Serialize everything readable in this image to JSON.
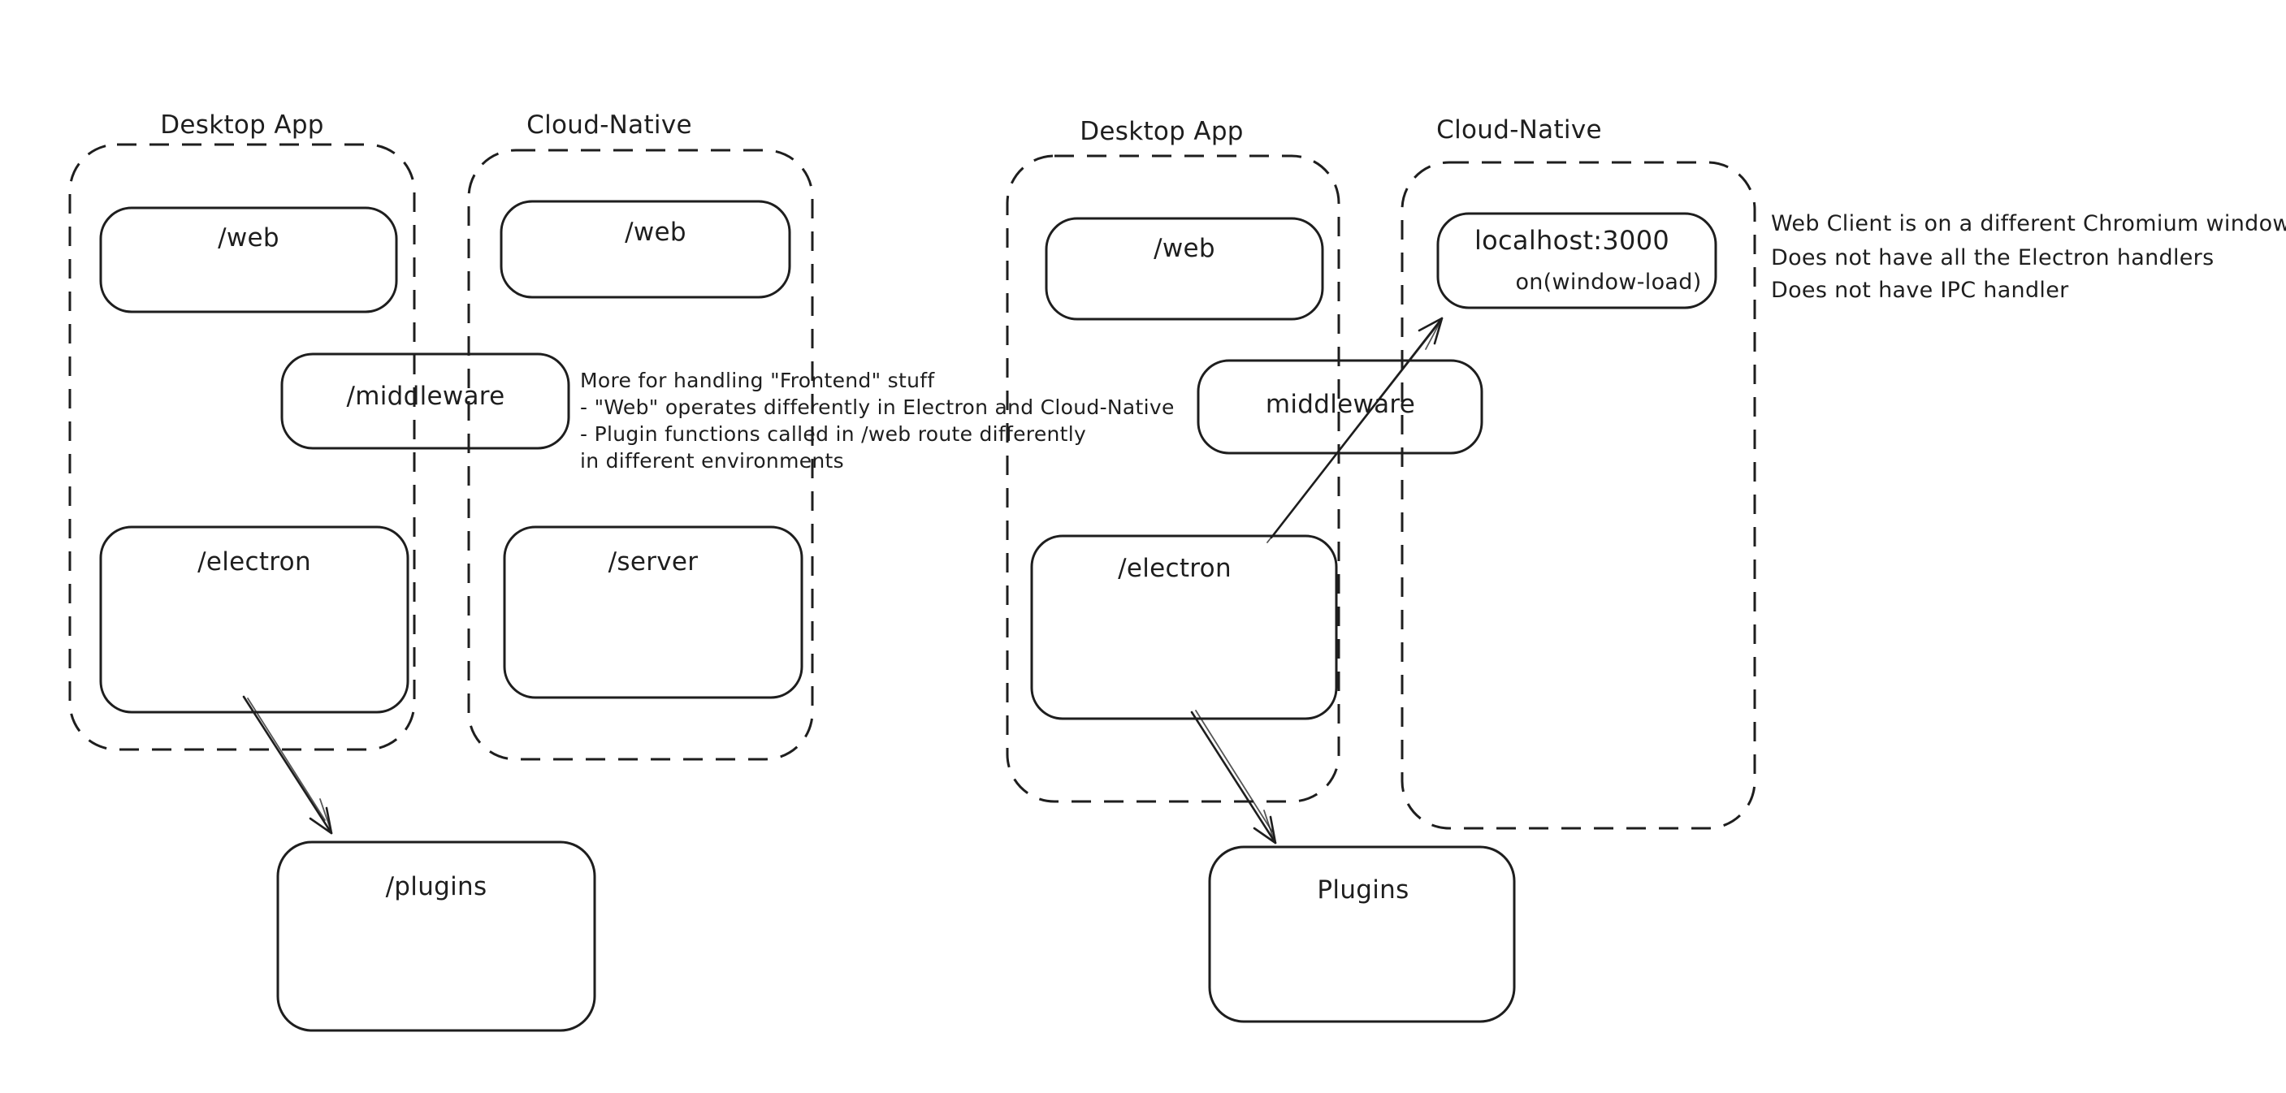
{
  "canvas": {
    "background": "#ffffff",
    "ink": "#1e1e1e",
    "accent_red": "#e03131",
    "accent_green": "#2f9e44"
  },
  "diagram1": {
    "desktop_group": "Desktop App",
    "cloud_group": "Cloud-Native",
    "web_desktop": "/web",
    "web_cloud": "/web",
    "middleware": "/middleware",
    "electron": "/electron",
    "server": "/server",
    "plugins": "/plugins"
  },
  "diagram2": {
    "desktop_group": "Desktop App",
    "cloud_group": "Cloud-Native",
    "web": "/web",
    "middleware": "middleware",
    "electron": "/electron",
    "localhost": "localhost:3000",
    "window_load_event": "on(window-load)",
    "plugins": "Plugins"
  },
  "notes": {
    "frontend_note": {
      "color": "#2f9e44",
      "lines": [
        "More for handling \"Frontend\" stuff",
        "- \"Web\" operates differently in Electron and Cloud-Native",
        "- Plugin functions called in /web route differently",
        "in different environments"
      ]
    },
    "web_client_note": {
      "color": "#e03131",
      "lines": [
        "Web Client is on a different Chromium window",
        "Does not have all the Electron handlers",
        "Does not have IPC handler"
      ]
    }
  }
}
